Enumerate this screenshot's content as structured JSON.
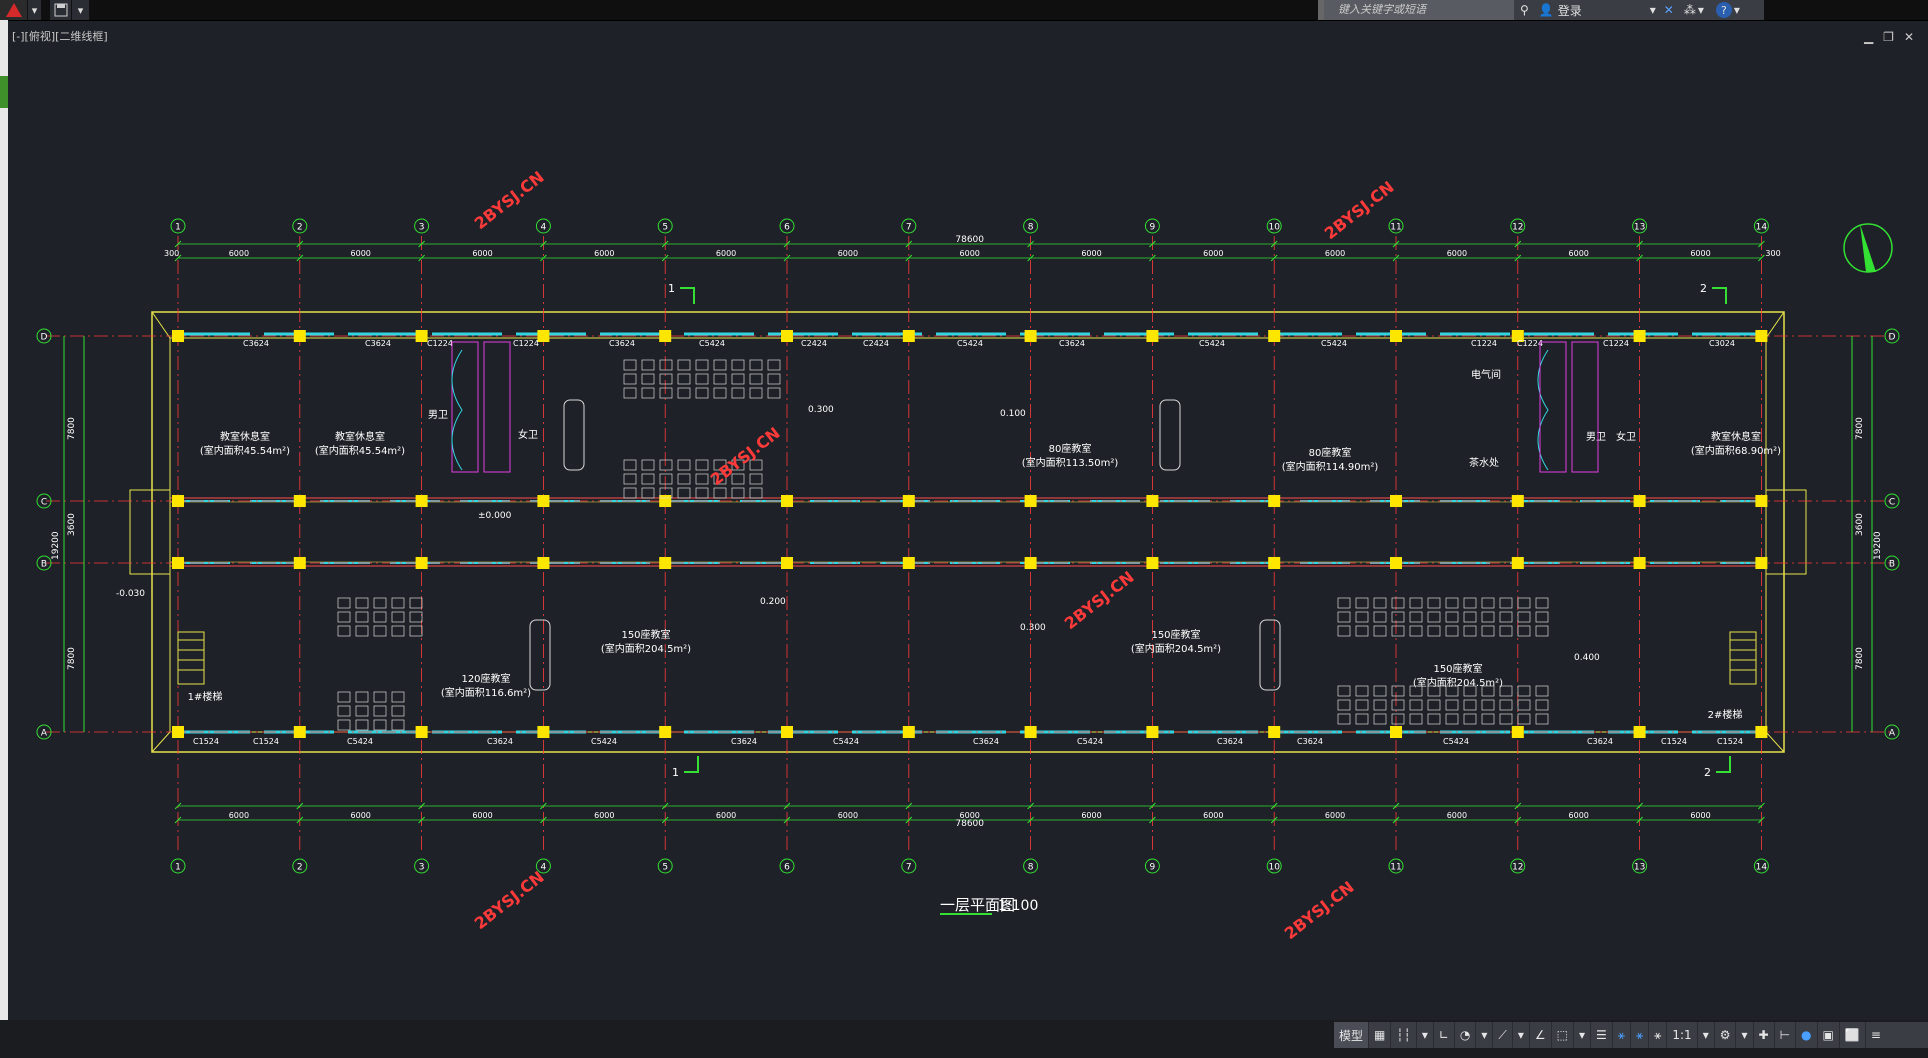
{
  "top": {
    "search_placeholder": "键入关键字或短语",
    "login_label": "登录"
  },
  "viewport": {
    "label": "[-][俯视][二维线框]"
  },
  "drawing": {
    "title": "一层平面图",
    "scale": "1:100",
    "total_dim": "78600",
    "col_dims": [
      "6000",
      "6000",
      "6000",
      "6000",
      "6000",
      "6000",
      "6000",
      "6000",
      "6000",
      "6000",
      "6000",
      "6000",
      "6000"
    ],
    "top_ends": [
      "300",
      "300"
    ],
    "axis_cols": [
      "1",
      "2",
      "3",
      "4",
      "5",
      "6",
      "7",
      "8",
      "9",
      "10",
      "11",
      "12",
      "13",
      "14"
    ],
    "axis_rows": [
      "D",
      "C",
      "B",
      "A"
    ],
    "watermark": "2BYSJ.CN",
    "rooms": [
      {
        "name": "教室休息室",
        "area": "(室内面积45.54m²)"
      },
      {
        "name": "教室休息室",
        "area": "(室内面积45.54m²)"
      },
      {
        "name": "男卫",
        "area": ""
      },
      {
        "name": "女卫",
        "area": ""
      },
      {
        "name": "80座教室",
        "area": "(室内面积113.50m²)"
      },
      {
        "name": "80座教室",
        "area": "(室内面积114.90m²)"
      },
      {
        "name": "电气间",
        "area": ""
      },
      {
        "name": "茶水处",
        "area": ""
      },
      {
        "name": "男卫",
        "area": ""
      },
      {
        "name": "女卫",
        "area": ""
      },
      {
        "name": "教室休息室",
        "area": "(室内面积68.90m²)"
      },
      {
        "name": "120座教室",
        "area": "(室内面积116.6m²)"
      },
      {
        "name": "150座教室",
        "area": "(室内面积204.5m²)"
      },
      {
        "name": "150座教室",
        "area": "(室内面积204.5m²)"
      },
      {
        "name": "150座教室",
        "area": "(室内面积204.5m²)"
      },
      {
        "name": "1#楼梯",
        "area": ""
      },
      {
        "name": "2#楼梯",
        "area": ""
      }
    ],
    "window_tags_top": [
      "C3624",
      "C3624",
      "C1224",
      "C1224",
      "C3624",
      "C5424",
      "C2424",
      "C2424",
      "C5424",
      "C3624",
      "C5424",
      "C5424",
      "C1224",
      "C1224",
      "C1224",
      "C3024"
    ],
    "window_tags_bottom": [
      "C1524",
      "C1524",
      "C5424",
      "C3624",
      "C5424",
      "C3624",
      "C5424",
      "C3624",
      "C5424",
      "C3624",
      "C3624",
      "C5424",
      "C3624",
      "C1524",
      "C1524"
    ],
    "side_dims": [
      "7800",
      "3600",
      "7800",
      "19200"
    ],
    "elev_marks": [
      "±0.000",
      "-0.030",
      "0.300",
      "0.100",
      "0.200",
      "0.300",
      "0.400"
    ],
    "section_marks": [
      "1",
      "2"
    ]
  },
  "status": {
    "model_label": "模型",
    "scale_label": "1:1"
  }
}
